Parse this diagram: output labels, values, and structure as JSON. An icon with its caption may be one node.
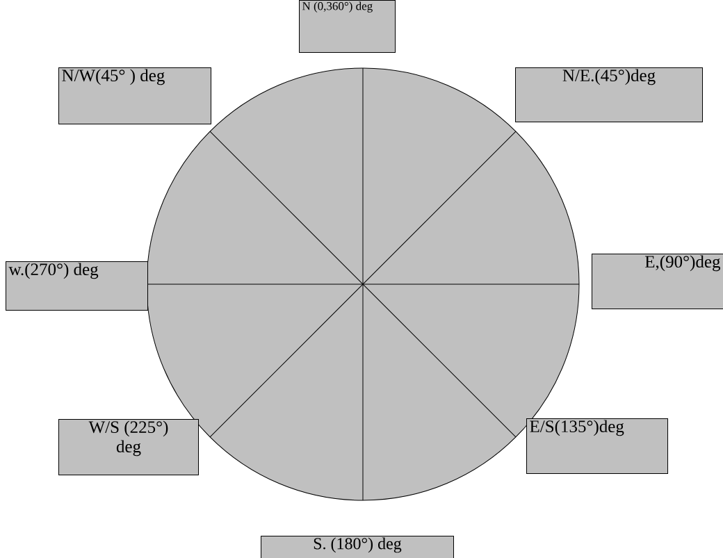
{
  "diagram": {
    "nodes": [
      {
        "text": [
          "N (0,360°) deg"
        ]
      },
      {
        "text": [
          "N/W(45° ) deg"
        ]
      },
      {
        "text": [
          "N/E.(45°)deg"
        ]
      },
      {
        "text": [
          "w.(270°) deg"
        ]
      },
      {
        "text": [
          "E,(90°)deg"
        ]
      },
      {
        "text": [
          "W/S (225°) deg"
        ]
      },
      {
        "text": [
          "E/S(135°)deg"
        ]
      },
      {
        "text": [
          "S. (180°) deg"
        ]
      },
      {
        "text": [],
        "shape": "circle"
      }
    ]
  }
}
